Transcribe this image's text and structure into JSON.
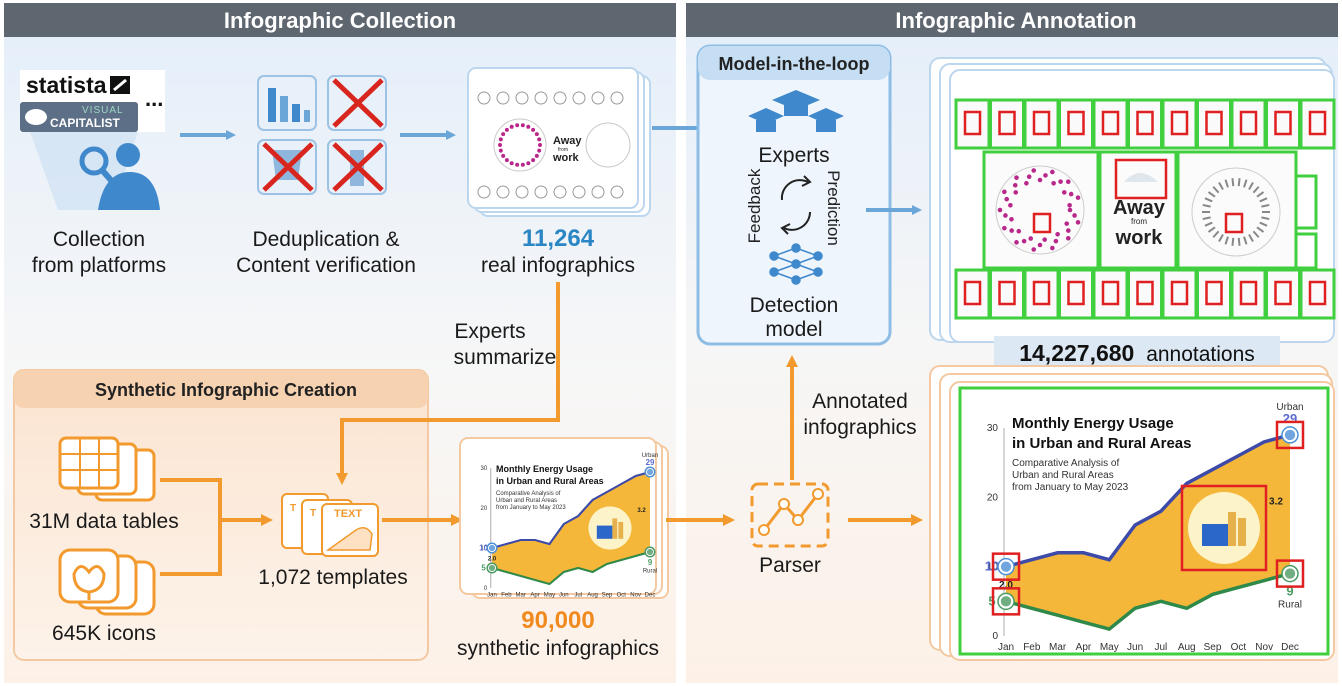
{
  "sections": {
    "collection_title": "Infographic Collection",
    "annotation_title": "Infographic Annotation",
    "synthetic_title": "Synthetic Infographic Creation",
    "model_loop_title": "Model-in-the-loop"
  },
  "collection": {
    "platform_statista": "statista",
    "platform_vc_top": "VISUAL",
    "platform_vc_bottom": "CAPITALIST",
    "platform_more": "...",
    "step1_line1": "Collection",
    "step1_line2": "from platforms",
    "step2_line1": "Deduplication &",
    "step2_line2": "Content verification",
    "real_count": "11,264",
    "real_label": "real infographics",
    "away_title_1": "Away",
    "away_title_2": "from",
    "away_title_3": "work"
  },
  "synthetic": {
    "tables_label": "31M data tables",
    "icons_label": "645K icons",
    "templates_label": "1,072 templates",
    "template_text": "TEXT",
    "template_t": "T",
    "synth_count": "90,000",
    "synth_label": "synthetic infographics",
    "experts_summarize_1": "Experts",
    "experts_summarize_2": "summarize"
  },
  "model_loop": {
    "experts": "Experts",
    "feedback": "Feedback",
    "prediction": "Prediction",
    "detection_1": "Detection",
    "detection_2": "model",
    "parser": "Parser",
    "annotated_1": "Annotated",
    "annotated_2": "infographics"
  },
  "annotation": {
    "count_number": "14,227,680",
    "count_label": "annotations"
  },
  "example_chart": {
    "title_line1": "Monthly Energy Usage",
    "title_line2": "in Urban and Rural Areas",
    "subtitle_line1": "Comparative Analysis of",
    "subtitle_line2": "Urban and Rural Areas",
    "subtitle_line3": "from January to May 2023",
    "urban_label": "Urban",
    "rural_label": "Rural",
    "urban_end_value": "29",
    "rural_end_value": "9",
    "urban_start_value": "10",
    "rural_start_value": "5",
    "start_gap_value": "2.0",
    "end_gap_value": "3.2",
    "y_ticks": [
      "0",
      "10",
      "20",
      "30"
    ],
    "months": [
      "Jan",
      "Feb",
      "Mar",
      "Apr",
      "May",
      "Jun",
      "Jul",
      "Aug",
      "Sep",
      "Oct",
      "Nov",
      "Dec"
    ],
    "urban_values": [
      10,
      11,
      12,
      12,
      11,
      16,
      18,
      22,
      24,
      26,
      28,
      29
    ],
    "rural_values": [
      5,
      4,
      3,
      2,
      1,
      4,
      5,
      4,
      6,
      7,
      8,
      9
    ],
    "colors": {
      "urban_line": "#3d4aa8",
      "rural_line": "#2f8a4a",
      "fill": "#f4b73a"
    }
  },
  "colors": {
    "header_bg": "#5e6670",
    "blue_arrow": "#6aa7d8",
    "orange_arrow": "#f29a2e",
    "count_blue": "#2a86c4",
    "count_orange": "#f08a1e",
    "box_green": "#3fcf3f",
    "box_red": "#e02020"
  }
}
